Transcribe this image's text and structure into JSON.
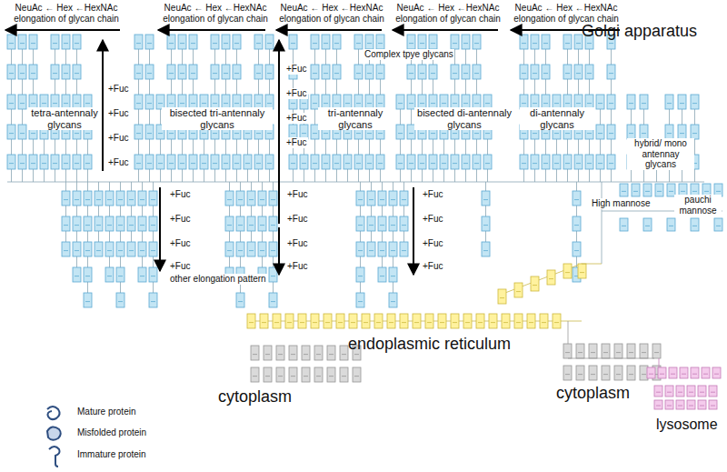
{
  "diagram": {
    "labels": [
      "NeuAc ← Hex ←HexNAc elongation of glycan chain",
      "NeuAc ← Hex ←HexNAc elongation of glycan chain",
      "NeuAc ← Hex ←HexNAc elongation of glycan chain",
      "NeuAc ← Hex ←HexNAc elongation of glycan chain",
      "NeuAc ← Hex ←HexNAc elongation of glycan chain",
      "Golgi apparatus",
      "Complex tpye glycans",
      "+Fuc",
      "+Fuc",
      "+Fuc",
      "+Fuc",
      "+Fuc",
      "+Fuc",
      "+Fuc",
      "+Fuc",
      "tetra-antennaly glycans",
      "bisected tri-antennaly glycans",
      "tri-antennaly glycans",
      "bisected di-antennaly glycans",
      "di-antennaly glycans",
      "hybrid/ mono antennay glycans",
      "High mannose",
      "pauchi mannose",
      "+Fuc",
      "+Fuc",
      "+Fuc",
      "+Fuc",
      "+Fuc",
      "+Fuc",
      "+Fuc",
      "+Fuc",
      "+Fuc",
      "+Fuc",
      "+Fuc",
      "+Fuc",
      "other elongation pattern",
      "endoplasmic reticulum",
      "cytoplasm",
      "cytoplasm",
      "lysosome"
    ],
    "legend": [
      {
        "text": "Mature protein"
      },
      {
        "text": "Misfolded protein"
      },
      {
        "text": "Immature protein"
      }
    ]
  }
}
